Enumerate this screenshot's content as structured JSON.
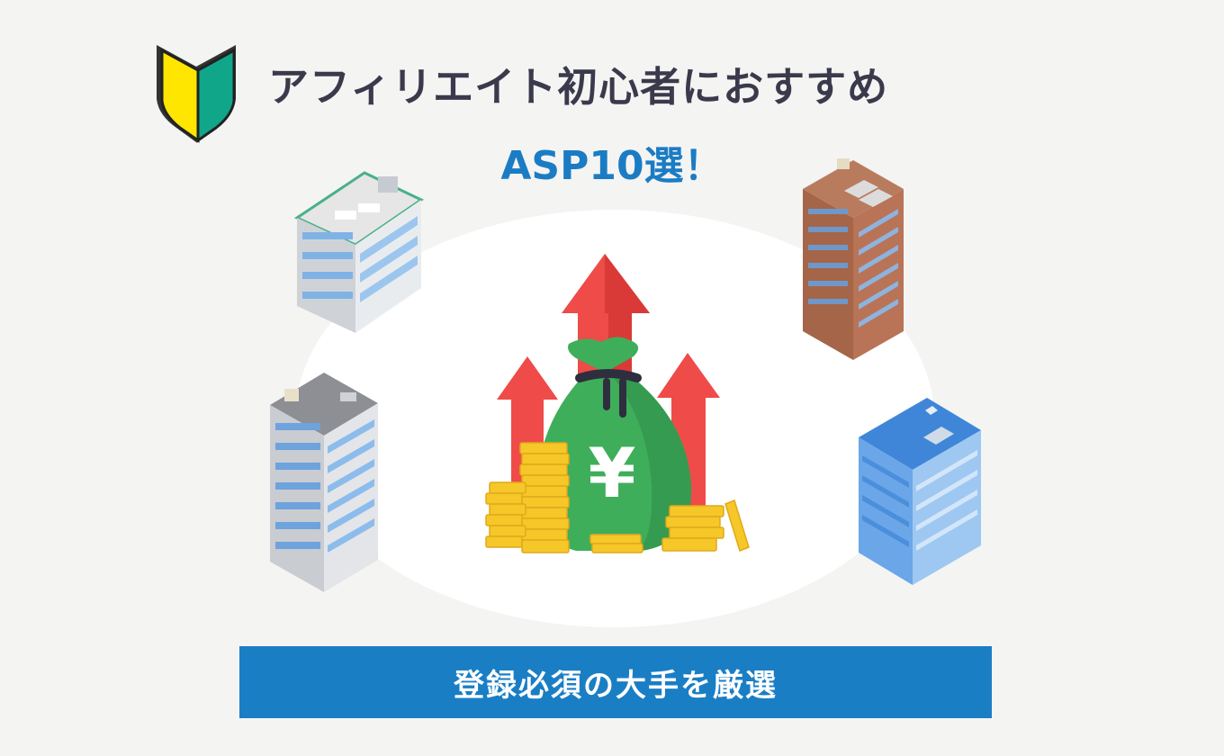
{
  "header": {
    "title_line1": "アフィリエイト初心者におすすめ",
    "title_line2": "ASP10選！"
  },
  "banner": {
    "label": "登録必須の大手を厳選"
  },
  "icons": {
    "beginner_mark": "shoshinsha-mark-icon",
    "money_bag": "yen-money-bag-icon",
    "arrow": "up-arrow-icon",
    "coin_stack": "coin-stack-icon",
    "building": "building-icon"
  },
  "colors": {
    "title_dark": "#3a3a4c",
    "title_blue": "#1b7cc4",
    "banner_bg": "#1a7ec5",
    "bag_green": "#3fae5b",
    "arrow_red": "#ef4b48",
    "coin_gold": "#f5c728"
  },
  "money_bag_symbol": "¥"
}
